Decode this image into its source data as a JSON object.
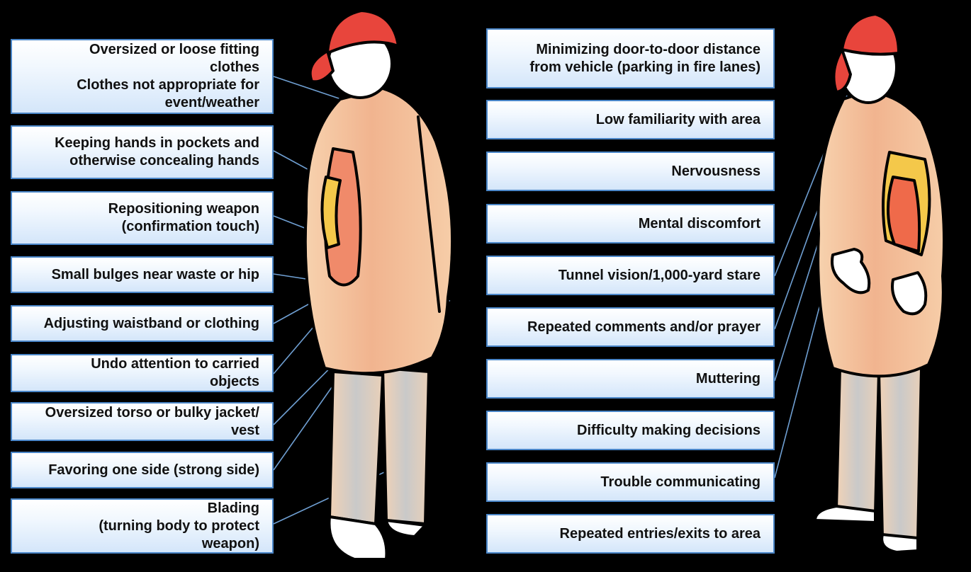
{
  "left_labels": [
    {
      "lines": [
        "Oversized or loose fitting",
        "clothes",
        "Clothes not appropriate for",
        "event/weather"
      ]
    },
    {
      "lines": [
        "Keeping hands in pockets and",
        "otherwise concealing hands"
      ]
    },
    {
      "lines": [
        "Repositioning weapon",
        "(confirmation touch)"
      ]
    },
    {
      "lines": [
        "Small bulges near waste or hip"
      ]
    },
    {
      "lines": [
        "Adjusting waistband or clothing"
      ]
    },
    {
      "lines": [
        "Undo attention to carried",
        "objects"
      ]
    },
    {
      "lines": [
        "Oversized torso or bulky jacket/",
        "vest"
      ]
    },
    {
      "lines": [
        "Favoring one side (strong side)"
      ]
    },
    {
      "lines": [
        "Blading",
        "(turning body to protect",
        "weapon)"
      ]
    }
  ],
  "right_labels": [
    {
      "lines": [
        "Minimizing door-to-door distance",
        "from vehicle (parking in fire lanes)"
      ]
    },
    {
      "lines": [
        "Low familiarity with area"
      ]
    },
    {
      "lines": [
        "Nervousness"
      ]
    },
    {
      "lines": [
        "Mental discomfort"
      ]
    },
    {
      "lines": [
        "Tunnel vision/1,000-yard stare"
      ]
    },
    {
      "lines": [
        "Repeated comments and/or prayer"
      ]
    },
    {
      "lines": [
        "Muttering"
      ]
    },
    {
      "lines": [
        "Difficulty making decisions"
      ]
    },
    {
      "lines": [
        "Trouble communicating"
      ]
    },
    {
      "lines": [
        "Repeated entries/exits to area"
      ]
    }
  ],
  "colors": {
    "background": "#000000",
    "box_border": "#4a86c8",
    "box_fill_top": "#ffffff",
    "box_fill_bottom": "#d4e6fa",
    "connector": "#6f9fd2",
    "cap": "#e8453c",
    "jacket": "#f4c9a4",
    "pants": "#d9d9d9",
    "outline": "#000000"
  },
  "icons": [
    "person-back-view-illustration",
    "person-side-view-illustration"
  ]
}
